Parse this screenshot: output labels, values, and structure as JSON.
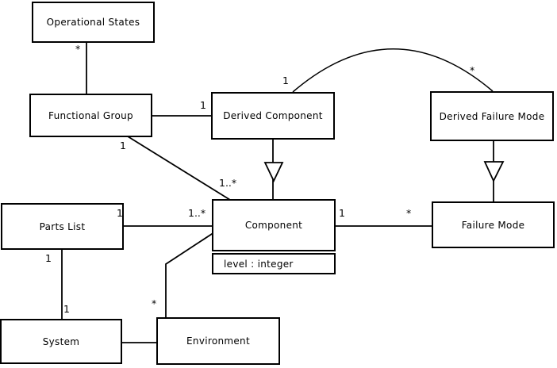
{
  "diagram": {
    "kind": "uml-class-diagram",
    "colors": {
      "background": "#ffffff",
      "line": "#000000",
      "box_fill": "#ffffff",
      "text": "#000000"
    },
    "nodes": {
      "operational_states": {
        "label": "Operational States"
      },
      "functional_group": {
        "label": "Functional Group"
      },
      "derived_component": {
        "label": "Derived Component"
      },
      "derived_failure_mode": {
        "label": "Derived Failure Mode"
      },
      "parts_list": {
        "label": "Parts List"
      },
      "component": {
        "label": "Component",
        "attribute": "level : integer"
      },
      "failure_mode": {
        "label": "Failure Mode"
      },
      "system": {
        "label": "System"
      },
      "environment": {
        "label": "Environment"
      }
    },
    "multiplicities": {
      "os_fg_star": "*",
      "fg_dc_one": "1",
      "arc_one": "1",
      "arc_star": "*",
      "fg_comp_one": "1",
      "fg_comp_many": "1..*",
      "pl_comp_one": "1",
      "pl_comp_many": "1..*",
      "comp_fm_one": "1",
      "comp_fm_star": "*",
      "pl_sys_one_top": "1",
      "pl_sys_one_bottom": "1",
      "env_comp_star": "*"
    },
    "relations": [
      "Operational States * — Functional Group",
      "Functional Group — 1 Derived Component",
      "Derived Component 1 — * Derived Failure Mode (arc)",
      "Functional Group 1 — 1..* Component",
      "Derived Component —|> Component (generalization)",
      "Derived Failure Mode —|> Failure Mode (generalization)",
      "Parts List 1 — 1..* Component",
      "Component 1 — * Failure Mode",
      "Parts List 1 — 1 System",
      "System — Environment",
      "Environment * — Component"
    ]
  }
}
